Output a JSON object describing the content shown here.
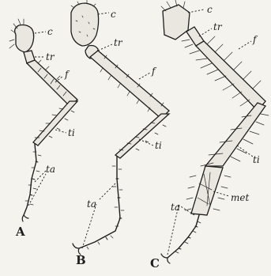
{
  "legs": [
    {
      "caption": "A",
      "labels": {
        "c": "c",
        "tr": "tr",
        "f": "f",
        "ti": "ti",
        "ta": "ta"
      }
    },
    {
      "caption": "B",
      "labels": {
        "c": "c",
        "tr": "tr",
        "f": "f",
        "ti": "ti",
        "ta": "ta"
      }
    },
    {
      "caption": "C",
      "labels": {
        "c": "c",
        "tr": "tr",
        "f": "f",
        "ti": "ti",
        "met": "met",
        "ta": "ta"
      }
    }
  ]
}
